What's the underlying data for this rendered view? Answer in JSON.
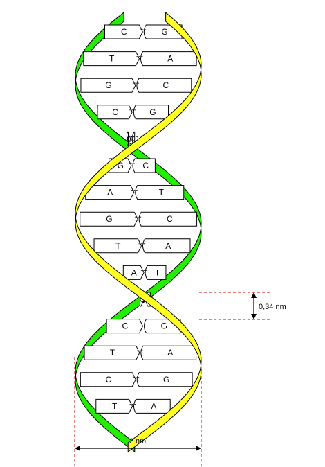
{
  "colors": {
    "strand_front": "#ffff22",
    "strand_back": "#22ee00",
    "outline": "#000000",
    "guide": "#e00000",
    "rung_fill": "#ffffff"
  },
  "pairs": [
    {
      "left": "C",
      "right": "G"
    },
    {
      "left": "T",
      "right": "A"
    },
    {
      "left": "G",
      "right": "C"
    },
    {
      "left": "C",
      "right": "G"
    },
    {
      "left": "G",
      "right": "C"
    },
    {
      "left": "G",
      "right": "C"
    },
    {
      "left": "A",
      "right": "T"
    },
    {
      "left": "G",
      "right": "C"
    },
    {
      "left": "T",
      "right": "A"
    },
    {
      "left": "A",
      "right": "T"
    },
    {
      "left": "G",
      "right": "C"
    },
    {
      "left": "C",
      "right": "G"
    },
    {
      "left": "T",
      "right": "A"
    },
    {
      "left": "C",
      "right": "G"
    },
    {
      "left": "T",
      "right": "A"
    }
  ],
  "labels": {
    "rise": "0,34 nm",
    "width": "2 nm"
  }
}
